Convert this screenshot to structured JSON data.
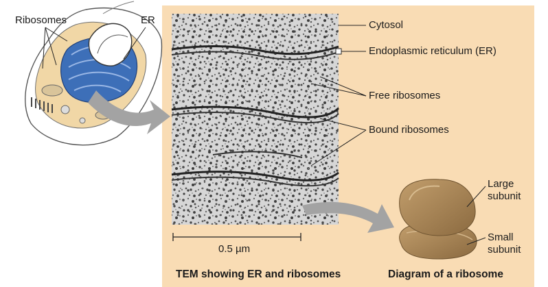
{
  "labels": {
    "ribosomes": "Ribosomes",
    "er": "ER",
    "cytosol": "Cytosol",
    "endoplasmic_reticulum": "Endoplasmic reticulum (ER)",
    "free_ribosomes": "Free ribosomes",
    "bound_ribosomes": "Bound ribosomes",
    "large_subunit_line1": "Large",
    "large_subunit_line2": "subunit",
    "small_subunit_line1": "Small",
    "small_subunit_line2": "subunit",
    "scale_bar": "0.5 µm"
  },
  "captions": {
    "tem": "TEM showing ER and ribosomes",
    "diagram": "Diagram of a ribosome"
  },
  "colors": {
    "panel": "#f9dcb4",
    "er_blue": "#3d6fb8",
    "cell_tan": "#f1d7a6",
    "ribosome_brown": "#a58152",
    "arrow_gray": "#a3a3a3"
  }
}
